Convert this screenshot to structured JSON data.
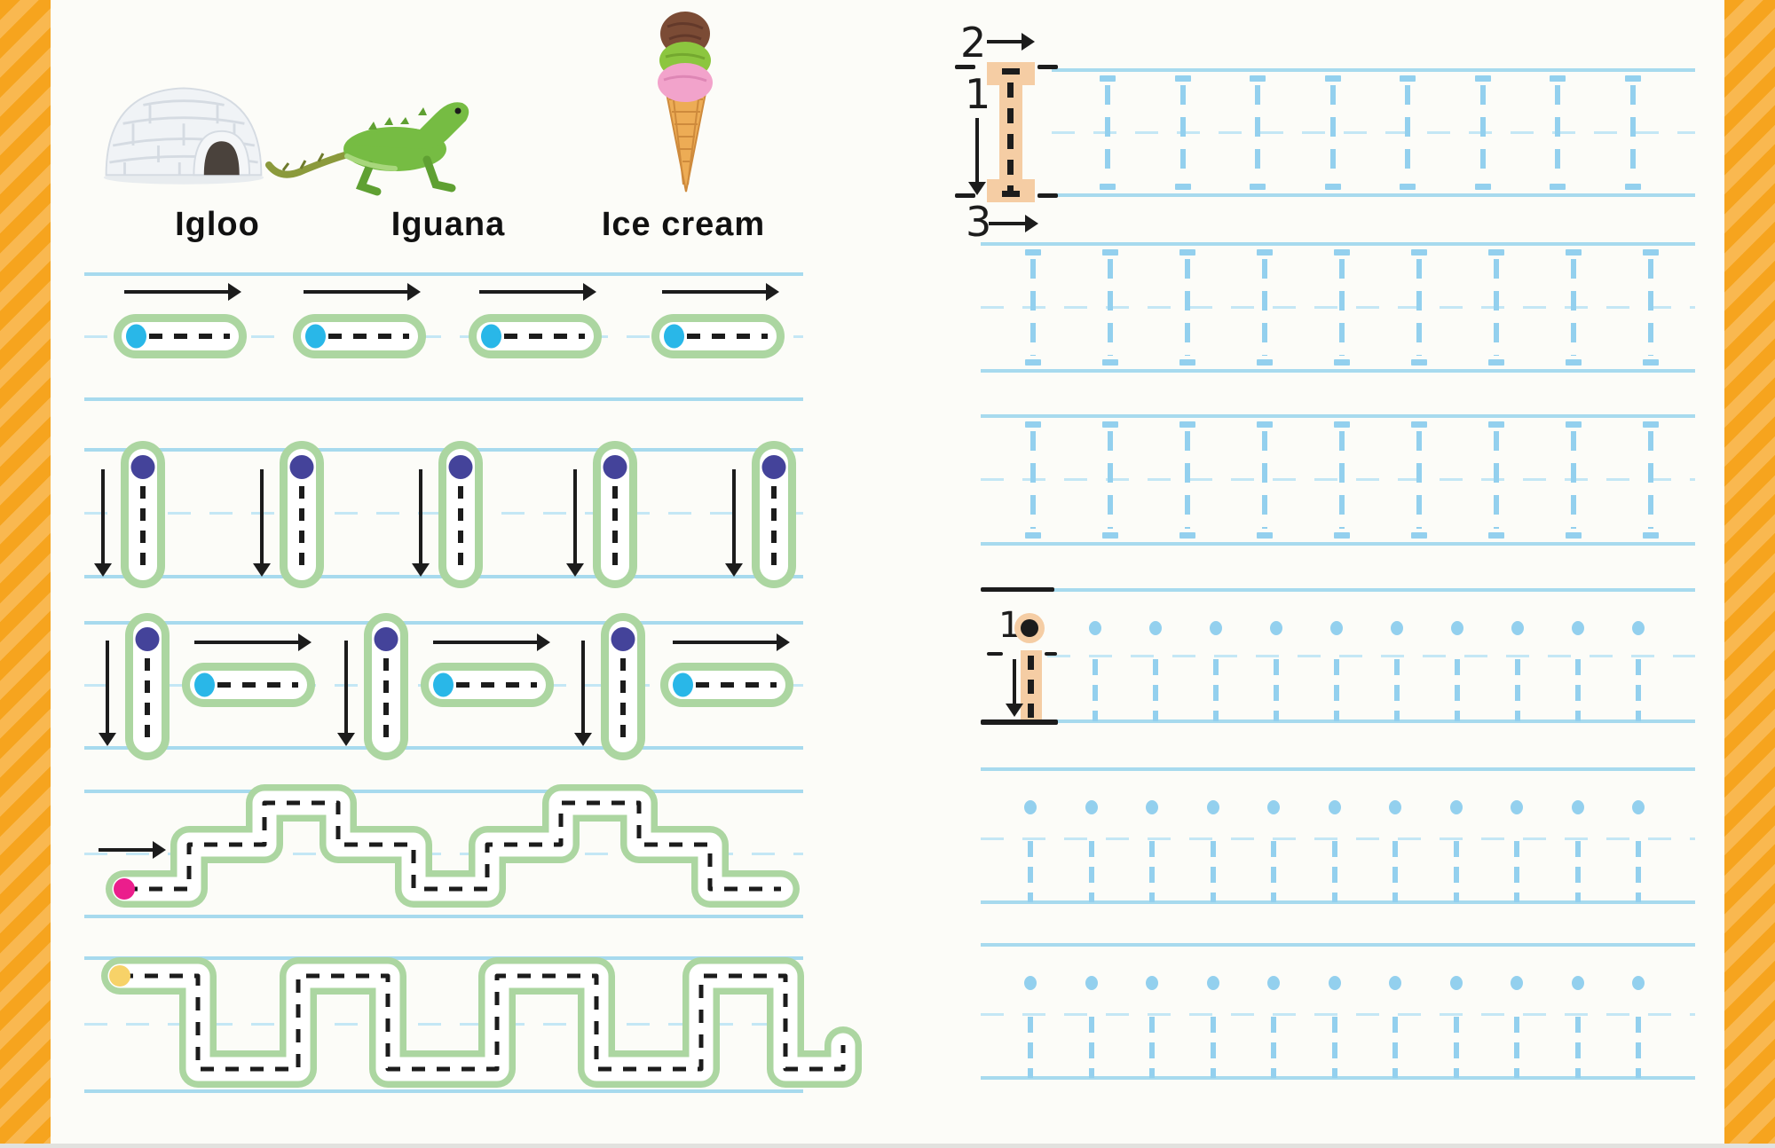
{
  "worksheet": {
    "letter": "I",
    "description": "Letter I tracing practice worksheet"
  },
  "left_page": {
    "pictures": [
      {
        "name": "igloo",
        "label": "Igloo"
      },
      {
        "name": "iguana",
        "label": "Iguana"
      },
      {
        "name": "ice-cream",
        "label": "Ice cream"
      }
    ],
    "trace_rows": [
      {
        "type": "horizontal-capsules",
        "count": 4,
        "dot_color": "#29B7E8"
      },
      {
        "type": "vertical-capsules",
        "count": 5,
        "dot_color": "#44439A"
      },
      {
        "type": "vertical-horizontal-pairs",
        "count": 3,
        "dot_color_vertical": "#44439A",
        "dot_color_horizontal": "#29B7E8"
      },
      {
        "type": "step-path",
        "count": 1,
        "start_dot_color": "#EB1E8C"
      },
      {
        "type": "square-wave-path",
        "count": 1,
        "start_dot_color": "#F7D268"
      }
    ]
  },
  "right_page": {
    "uppercase": {
      "example_letter": "I",
      "stroke_numbers": [
        "2",
        "1",
        "3"
      ],
      "rows": [
        {
          "practice_count": 8
        },
        {
          "practice_count": 9
        },
        {
          "practice_count": 9
        }
      ]
    },
    "lowercase": {
      "example_letter": "i",
      "stroke_numbers": [
        "1"
      ],
      "rows": [
        {
          "practice_count": 10
        },
        {
          "practice_count": 11
        },
        {
          "practice_count": 11
        }
      ]
    }
  },
  "colors": {
    "border_orange": "#F6A41E",
    "border_stripe": "#F9B850",
    "guide_line_blue": "#A7DAEE",
    "guide_dash_blue": "#C4E7F5",
    "practice_letter_blue": "#93D0EE",
    "capsule_green": "#ACD6A1",
    "trace_ink": "#1C1C1C",
    "example_peach": "#F5CDA4",
    "dot_cyan": "#29B7E8",
    "dot_indigo": "#44439A",
    "dot_pink": "#EB1E8C",
    "dot_yellow": "#F7D268"
  }
}
